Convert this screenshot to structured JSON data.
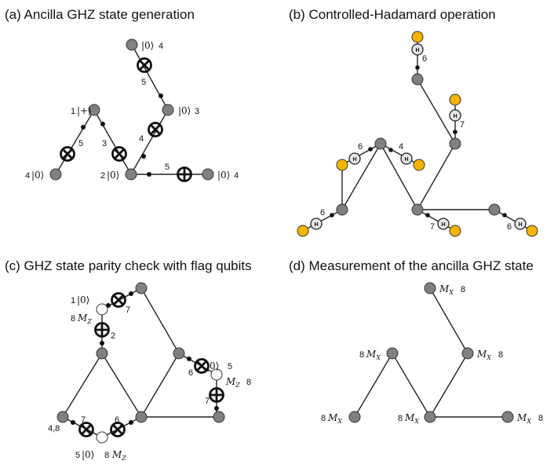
{
  "panels": {
    "a": {
      "title": "(a)  Ancilla GHZ state generation"
    },
    "b": {
      "title": "(b)  Controlled-Hadamard operation"
    },
    "c": {
      "title": "(c)  GHZ state parity check with flag qubits"
    },
    "d": {
      "title": "(d)  Measurement of the ancilla GHZ state"
    }
  },
  "labels": {
    "zero_ket": "|0⟩",
    "plus_ket": "|+⟩",
    "mz": "M",
    "mz_sub": "Z",
    "mx": "M",
    "mx_sub": "X",
    "h": "H",
    "n1": "1",
    "n2": "2",
    "n3": "3",
    "n4": "4",
    "n5": "5",
    "n6": "6",
    "n7": "7",
    "n8": "8",
    "n48": "4,8"
  },
  "colors": {
    "qubit": "#808080",
    "flag_qubit": "#ffffff",
    "ancilla_qubit": "#f5b400",
    "edge": "#222222"
  }
}
